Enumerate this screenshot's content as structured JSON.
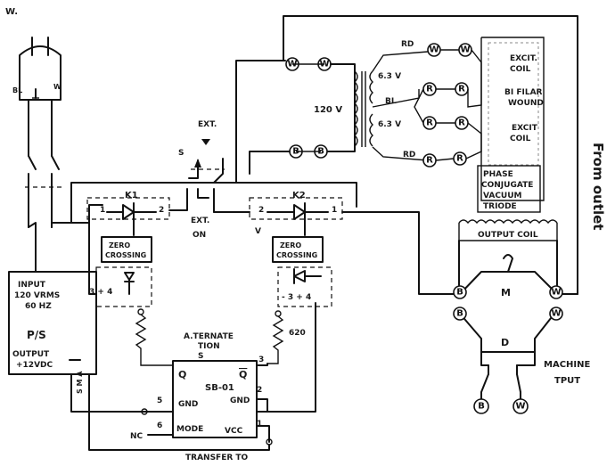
{
  "labels": {
    "top_left": "W.",
    "plug_bl": "BL",
    "plug_w": "W",
    "ext": "EXT.",
    "s_left": "S",
    "ext_on_1": "EXT.",
    "ext_on_2": "ON",
    "k1": "K1",
    "k2": "K2",
    "k1_pin1": "1",
    "k1_pin2": "2",
    "k2_pin2": "2",
    "k2_pin1": "1",
    "v_mark": "V",
    "zc1_line1": "ZERO",
    "zc1_line2": "CROSSING",
    "zc2_line1": "ZERO",
    "zc2_line2": "CROSSING",
    "zc1_pins": "3 + 4",
    "zc2_pins": "- 3 + 4",
    "input_1": "INPUT",
    "input_2": "120 VRMS",
    "input_3": "60 HZ",
    "ps": "P/S",
    "output_1": "OUTPUT",
    "output_2": "+12VDC",
    "alt_1": "A.TERNATE",
    "alt_2": "TION",
    "alt_s": "S",
    "res_620": "620",
    "chip": "SB-01",
    "q": "Q",
    "q_bar": "Q",
    "gnd_l": "GND",
    "gnd_r": "GND",
    "mode": "MODE",
    "vcc": "VCC",
    "pin3": "3",
    "pin5": "5",
    "pin6": "6",
    "pin2": "2",
    "pin1": "1",
    "nc": "NC",
    "sma": "S M A",
    "transfer_to": "TRANSFER TO",
    "v120": "120 V",
    "v63_top": "6.3 V",
    "v63_bot": "6.3 V",
    "rd_top": "RD",
    "bl": "BL",
    "rd_bot": "RD",
    "excit_coil_1a": "EXCIT.",
    "excit_coil_1b": "COIL",
    "bifilar_1": "BI FILAR",
    "bifilar_2": "WOUND",
    "excit_coil_2a": "EXCIT",
    "excit_coil_2b": "COIL",
    "phase_1": "PHASE",
    "phase_2": "CONJUGATE",
    "phase_3": "VACUUM",
    "phase_4": "TRIODE",
    "output_coil": "OUTPUT COIL",
    "motor_m": "M",
    "motor_d": "D",
    "machine": "MACHINE",
    "tput": "TPUT",
    "from_outlet": "From outlet"
  },
  "terminals": {
    "w": "W",
    "r": "R",
    "b": "B"
  }
}
